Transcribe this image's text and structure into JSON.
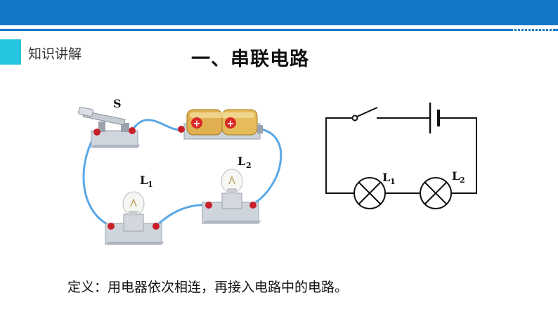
{
  "header": {
    "section_label": "知识讲解",
    "title": "一、串联电路"
  },
  "circuit_photo": {
    "switch_label": "S",
    "lamp1_label": "L",
    "lamp1_sub": "1",
    "lamp2_label": "L",
    "lamp2_sub": "2",
    "battery_polarity": "+",
    "battery_count": 2
  },
  "schematic": {
    "lamp1_label": "L",
    "lamp1_sub": "1",
    "lamp2_label": "L",
    "lamp2_sub": "2"
  },
  "definition": "定义：用电器依次相连，再接入电路中的电路。",
  "colors": {
    "brand_blue": "#1478c8",
    "marker_cyan": "#25c4e0",
    "wire_blue": "#5aa8e6",
    "terminal_red": "#c8202a",
    "battery_gold": "#e0b050"
  }
}
